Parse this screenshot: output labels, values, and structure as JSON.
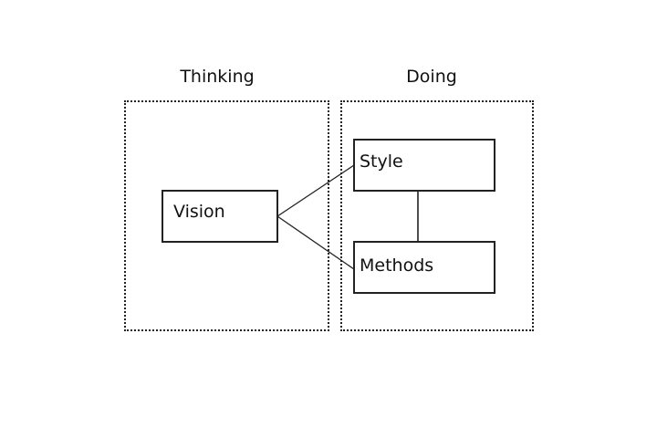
{
  "groups": {
    "thinking": {
      "label": "Thinking"
    },
    "doing": {
      "label": "Doing"
    }
  },
  "nodes": {
    "vision": {
      "label": "Vision"
    },
    "style": {
      "label": "Style"
    },
    "methods": {
      "label": "Methods"
    }
  },
  "edges": [
    {
      "from": "vision",
      "to": "style"
    },
    {
      "from": "vision",
      "to": "methods"
    },
    {
      "from": "style",
      "to": "methods"
    }
  ],
  "colors": {
    "stroke": "#222222",
    "background": "#ffffff"
  }
}
